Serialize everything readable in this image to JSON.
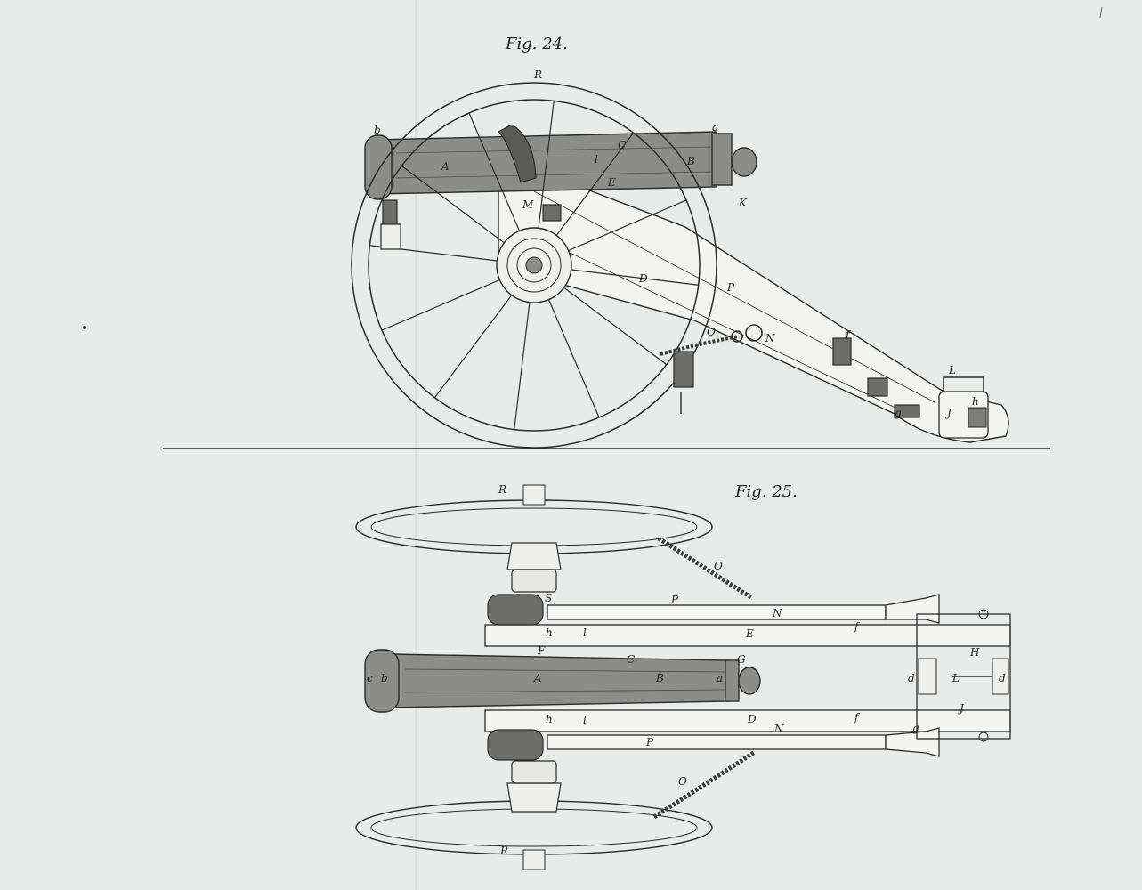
{
  "figures": {
    "fig24": {
      "title": "Fig. 24.",
      "labels": {
        "R": "R",
        "a": "a",
        "b": "b",
        "A": "A",
        "B": "B",
        "C": "C",
        "l": "l",
        "E": "E",
        "K": "K",
        "M": "M",
        "D": "D",
        "P": "P",
        "O": "O",
        "N": "N",
        "f": "f",
        "L": "L",
        "h": "h",
        "J": "J",
        "g": "g"
      }
    },
    "fig25": {
      "title": "Fig. 25.",
      "labels": {
        "R_top": "R",
        "R_bottom": "R",
        "O_top": "O",
        "O_bottom": "O",
        "S": "S",
        "P_top": "P",
        "P_bottom": "P",
        "N_top": "N",
        "N_bottom": "N",
        "f_top": "f",
        "f_bottom": "f",
        "h_top": "h",
        "h_bottom": "h",
        "l_top": "l",
        "l_bottom": "l",
        "E": "E",
        "F": "F",
        "C": "C",
        "A": "A",
        "B": "B",
        "G": "G",
        "a": "a",
        "b": "b",
        "c": "c",
        "H": "H",
        "d_left": "d",
        "d_right": "d",
        "L": "L",
        "J": "J",
        "D": "D",
        "g": "g"
      }
    }
  }
}
